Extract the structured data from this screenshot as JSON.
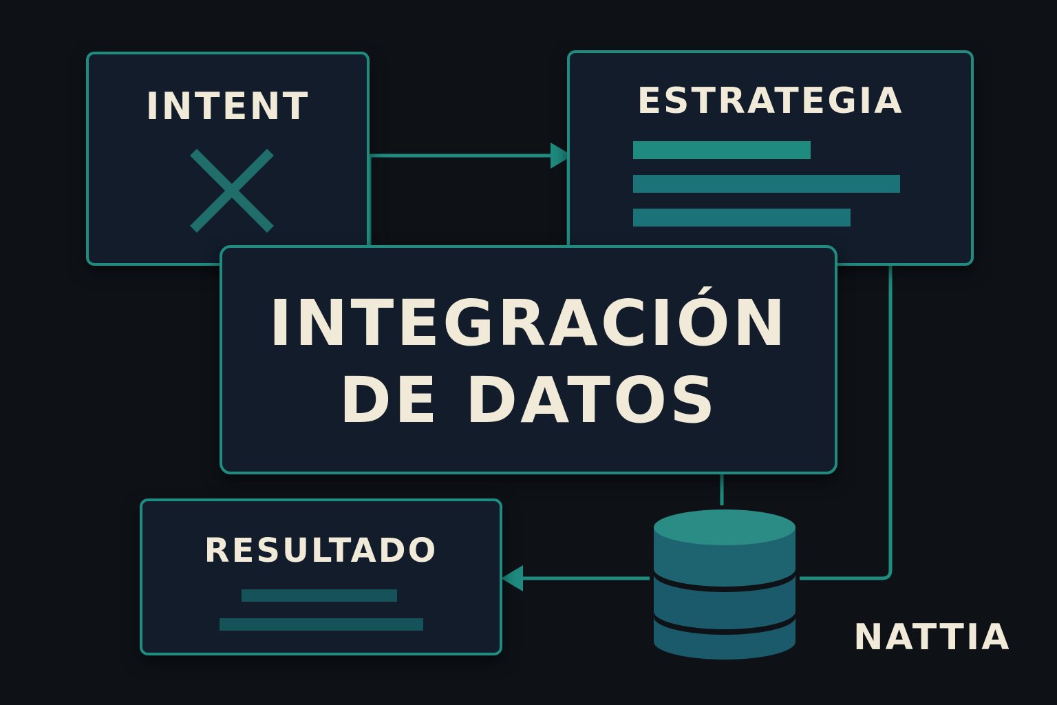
{
  "diagram": {
    "colors": {
      "background": "#0e1217",
      "box_fill": "#121c2a",
      "accent": "#1f8c80",
      "bar_bright": "#1e8a80",
      "bar_muted": "#16525a",
      "text": "#f1ead8",
      "database_top": "#2a8c84",
      "database_body": "#1a5a6a"
    },
    "intent": {
      "title": "INTENT",
      "icon": "x-icon"
    },
    "strategy": {
      "title": "ESTRATEGIA",
      "icon": "text-lines-icon"
    },
    "main": {
      "line1": "INTEGRACIÓN",
      "line2": "DE DATOS"
    },
    "result": {
      "title": "RESULTADO",
      "icon": "text-lines-icon"
    },
    "database": {
      "icon": "database-icon"
    },
    "brand": {
      "label": "NATTIA"
    }
  }
}
